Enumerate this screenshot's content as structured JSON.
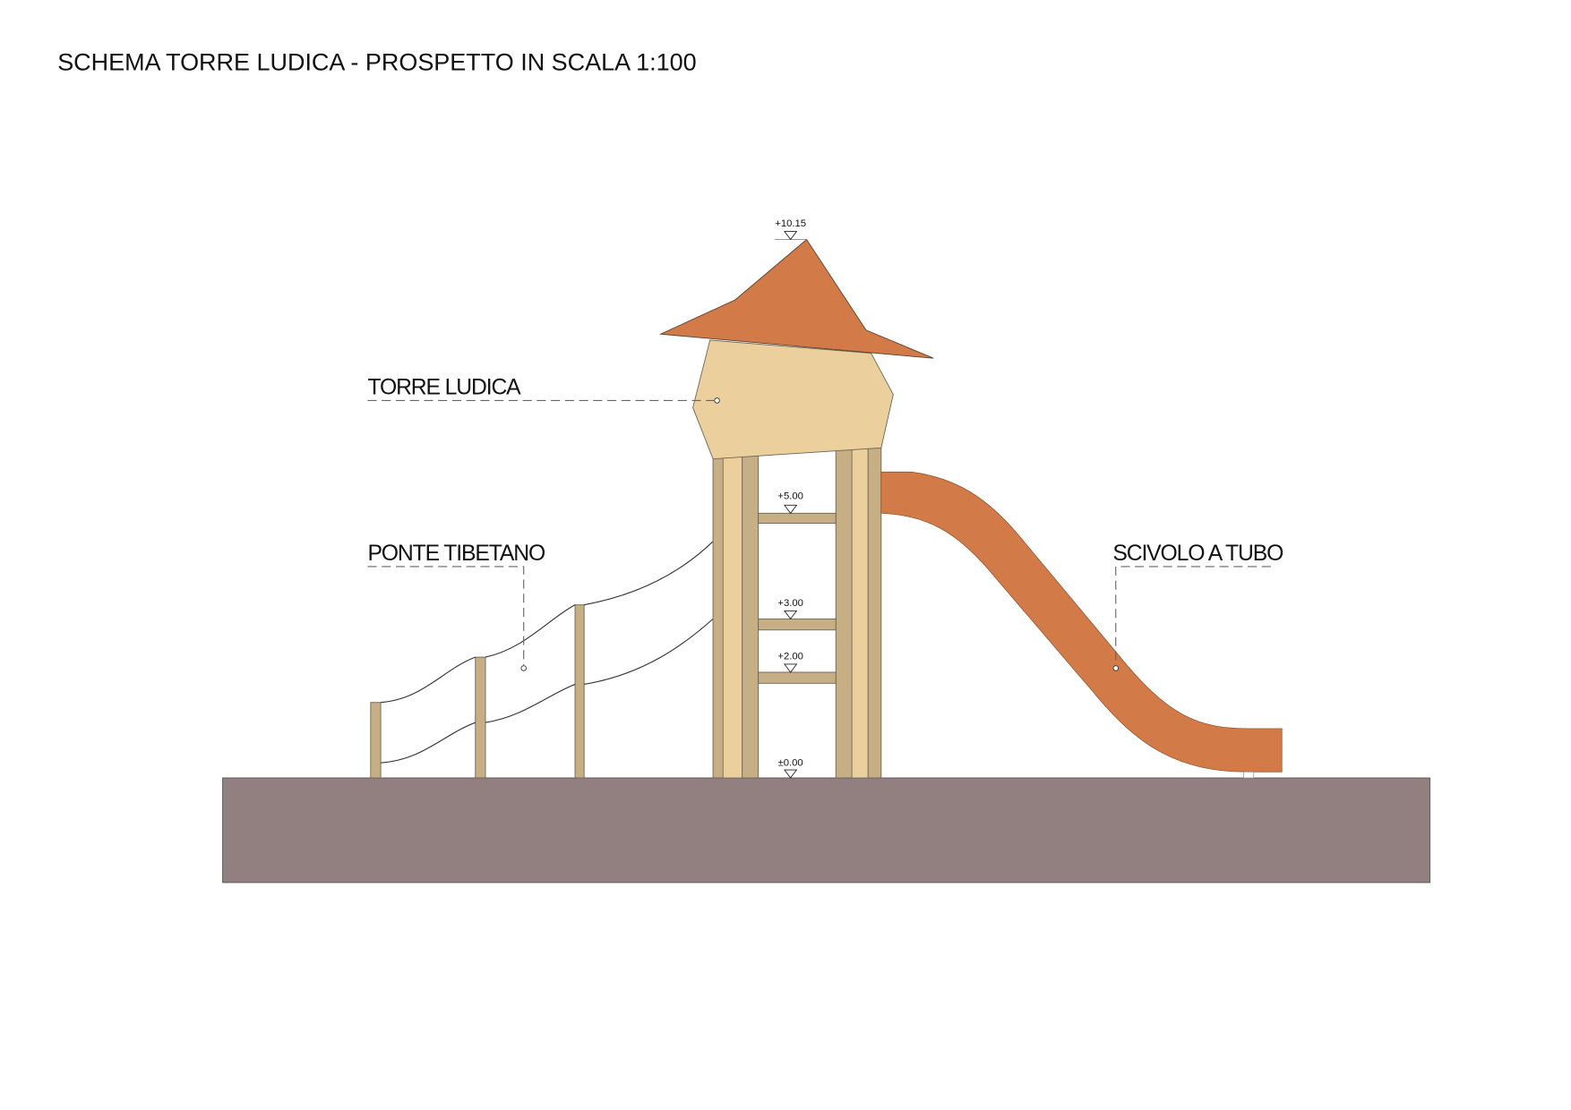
{
  "title": "SCHEMA TORRE LUDICA - PROSPETTO IN SCALA 1:100",
  "labels": {
    "tower": "TORRE LUDICA",
    "bridge": "PONTE TIBETANO",
    "slide": "SCIVOLO A TUBO"
  },
  "levels": [
    "+10.15",
    "+5.00",
    "+3.00",
    "+2.00",
    "±0.00"
  ],
  "colors": {
    "ground": "#927f7f",
    "roof": "#d27b48",
    "cabin": "#ebcf9c",
    "wood": "#c6ae85",
    "slide": "#d27b48"
  }
}
